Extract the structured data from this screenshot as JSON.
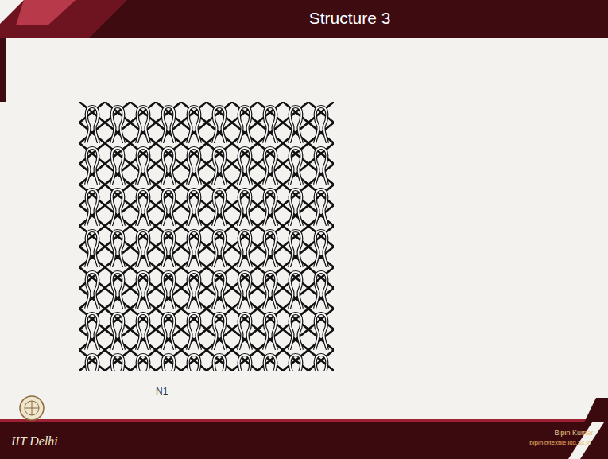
{
  "diagram": {
    "title": "Structure 3",
    "labels": [
      "N1",
      "IIT Delhi",
      "Bipin Kumar",
      "bipin@textile.iitd.ac.in"
    ]
  }
}
